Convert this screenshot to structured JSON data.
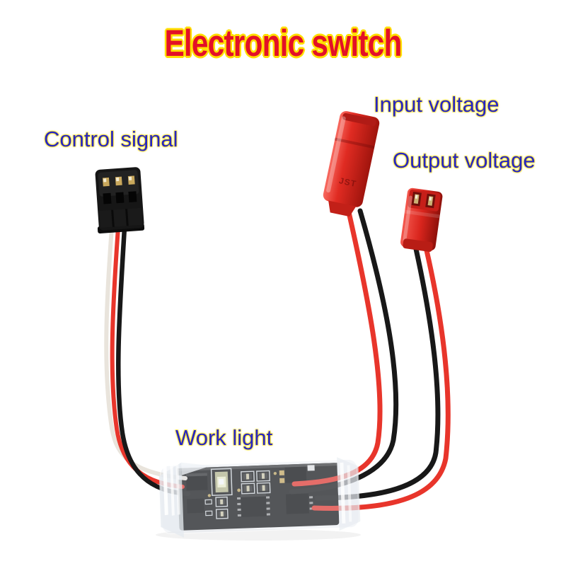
{
  "title": "Electronic switch",
  "labels": {
    "control_signal": "Control signal",
    "input_voltage": "Input voltage",
    "output_voltage": "Output voltage",
    "work_light": "Work light"
  },
  "connectors": {
    "control": "3-pin servo connector",
    "input": "JST female connector",
    "input_marking": "JST",
    "output": "JST male connector",
    "module": "electronic switch PCB module"
  },
  "colors": {
    "background": "#ffffff",
    "title_red": "#e31027",
    "title_outline_yellow": "#ffdf00",
    "label_blue": "#2626c4",
    "wire_red": "#e8352b",
    "wire_black": "#181818",
    "wire_white": "#e9e4dc",
    "connector_red": "#d9271f",
    "servo_connector_black": "#161616",
    "pcb_black": "#141414",
    "pin_gold": "#c9a85c"
  }
}
